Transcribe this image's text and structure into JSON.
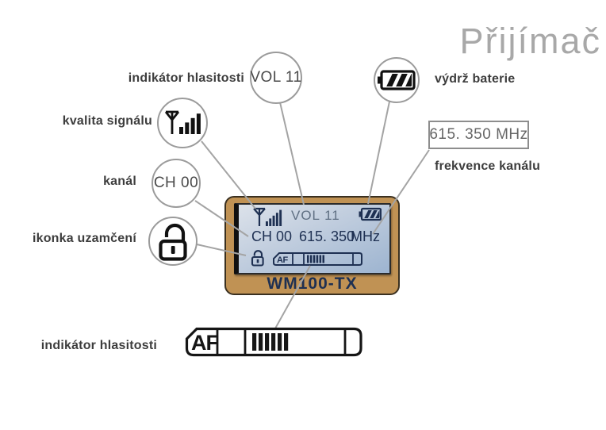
{
  "title": "Přijímač",
  "labels": {
    "volume_top": "indikátor hlasitosti",
    "signal": "kvalita signálu",
    "channel": "kanál",
    "lock": "ikonka uzamčení",
    "battery": "výdrž baterie",
    "frequency": "frekvence kanálu",
    "volume_bottom": "indikátor hlasitosti"
  },
  "callouts": {
    "volume_value": "VOL 11",
    "channel_value": "CH 00",
    "frequency_value": "615. 350 MHz"
  },
  "device": {
    "model": "WM100-TX",
    "lcd": {
      "volume": "VOL 11",
      "channel": "CH 00",
      "frequency": "615. 350",
      "frequency_unit": "MHz",
      "signal_bars": 5
    }
  },
  "signal_icon_bars": 4,
  "af_meter": {
    "label": "AF",
    "bars": 6
  },
  "lcd_af_meter": {
    "label": "AF",
    "bars": 6
  },
  "colors": {
    "device_body": "#c09254",
    "lcd_text": "#1e3052",
    "connector_line": "#a4a4a4",
    "title_gray": "#a8a8a8"
  }
}
